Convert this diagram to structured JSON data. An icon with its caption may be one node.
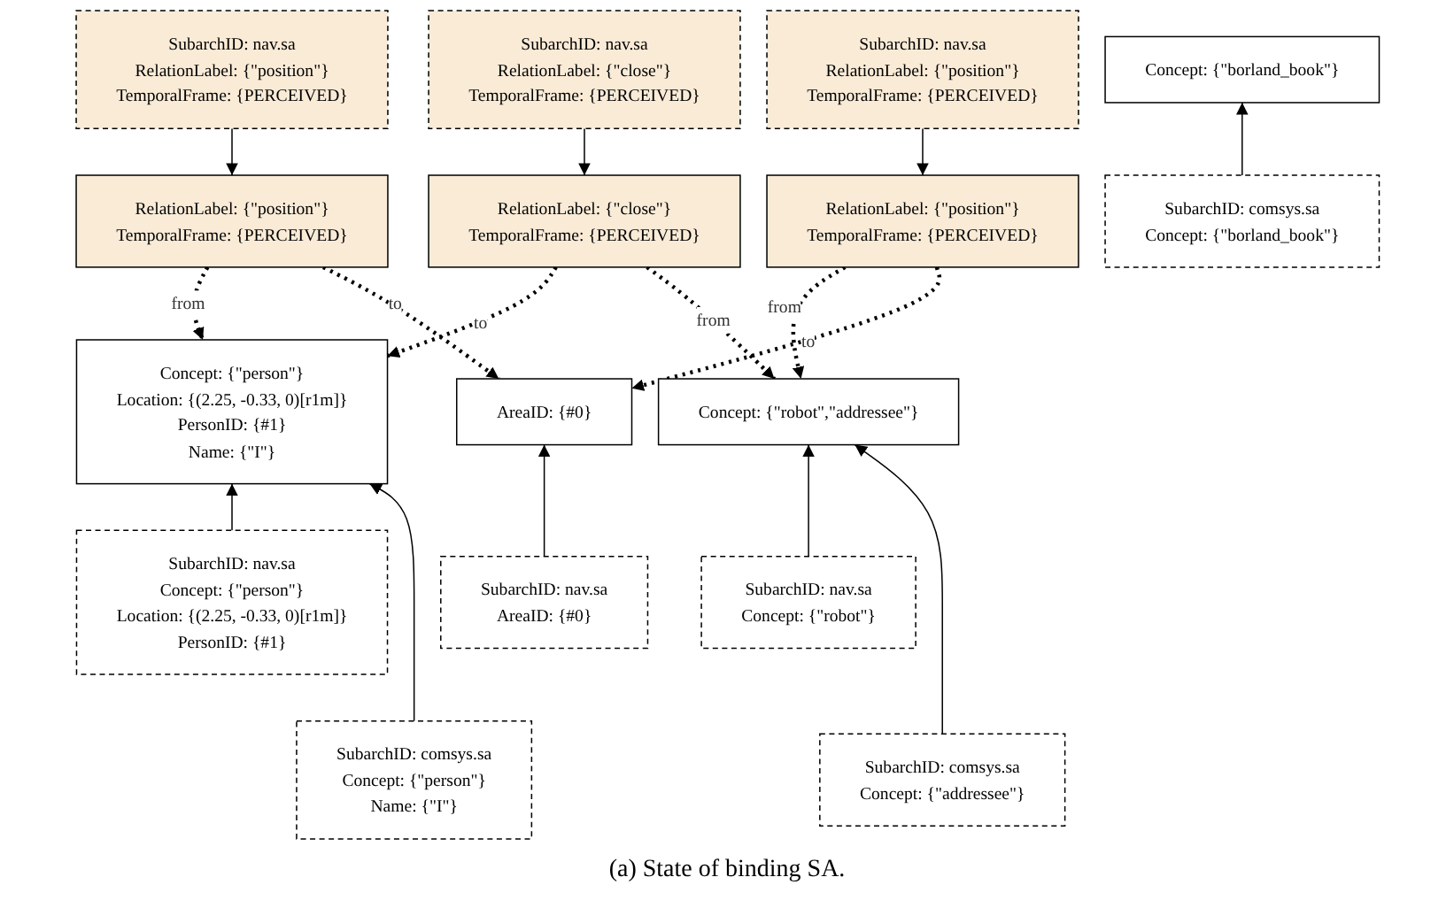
{
  "diagram": {
    "caption": "(a) State of binding SA.",
    "nodes": [
      {
        "text": [
          "SubarchID: nav.sa",
          "RelationLabel: {\"close\"}",
          "TemporalFrame: {PERCEIVED}"
        ]
      },
      {
        "text": [
          "SubarchID: nav.sa",
          "RelationLabel: {\"position\"}",
          "TemporalFrame: {PERCEIVED}"
        ]
      },
      {
        "text": [
          "SubarchID: nav.sa",
          "RelationLabel: {\"position\"}",
          "TemporalFrame: {PERCEIVED}"
        ]
      },
      {
        "text": [
          "RelationLabel: {\"close\"}",
          "TemporalFrame: {PERCEIVED}"
        ]
      },
      {
        "text": [
          "RelationLabel: {\"position\"}",
          "TemporalFrame: {PERCEIVED}"
        ]
      },
      {
        "text": [
          "RelationLabel: {\"position\"}",
          "TemporalFrame: {PERCEIVED}"
        ]
      },
      {
        "text": [
          "Concept: {\"person\"}",
          "Location: {(2.25, -0.33, 0)[r1m]}",
          "PersonID: {#1}",
          "Name: {\"I\"}"
        ]
      },
      {
        "text": [
          "Concept: {\"robot\",\"addressee\"}"
        ]
      },
      {
        "text": [
          "AreaID: {#0}"
        ]
      },
      {
        "text": [
          "Concept: {\"borland_book\"}"
        ]
      },
      {
        "text": [
          "SubarchID: nav.sa",
          "Concept: {\"person\"}",
          "Location: {(2.25, -0.33, 0)[r1m]}",
          "PersonID: {#1}"
        ]
      },
      {
        "text": [
          "SubarchID: nav.sa",
          "Concept: {\"robot\"}"
        ]
      },
      {
        "text": [
          "SubarchID: nav.sa",
          "AreaID: {#0}"
        ]
      },
      {
        "text": [
          "SubarchID: comsys.sa",
          "Concept: {\"borland_book\"}"
        ]
      },
      {
        "text": [
          "SubarchID: comsys.sa",
          "Concept: {\"person\"}",
          "Name: {\"I\"}"
        ]
      },
      {
        "text": [
          "SubarchID: comsys.sa",
          "Concept: {\"addressee\"}"
        ]
      }
    ],
    "edges": [
      {
        "from": 0,
        "to": 3,
        "arrow": "to"
      },
      {
        "from": 1,
        "to": 4,
        "arrow": "to"
      },
      {
        "from": 2,
        "to": 5,
        "arrow": "to"
      },
      {
        "from": 3,
        "to": 6,
        "arrow": "to",
        "label": "to",
        "style": "dashed"
      },
      {
        "from": 3,
        "to": 7,
        "arrow": "to",
        "label": "from",
        "style": "dashed"
      },
      {
        "from": 4,
        "to": 6,
        "arrow": "to",
        "label": "from",
        "style": "dashed"
      },
      {
        "from": 4,
        "to": 8,
        "arrow": "to",
        "label": "to",
        "style": "dashed"
      },
      {
        "from": 5,
        "to": 7,
        "arrow": "to",
        "label": "from",
        "style": "dashed"
      },
      {
        "from": 5,
        "to": 8,
        "arrow": "to",
        "label": "to",
        "style": "dashed"
      },
      {
        "from": 10,
        "to": 6,
        "arrow": "to"
      },
      {
        "from": 11,
        "to": 7,
        "arrow": "to"
      },
      {
        "from": 12,
        "to": 8,
        "arrow": "to"
      },
      {
        "from": 13,
        "to": 9,
        "arrow": "to"
      },
      {
        "from": 14,
        "to": 6,
        "arrow": "to"
      },
      {
        "from": 15,
        "to": 7,
        "arrow": "to"
      }
    ]
  }
}
